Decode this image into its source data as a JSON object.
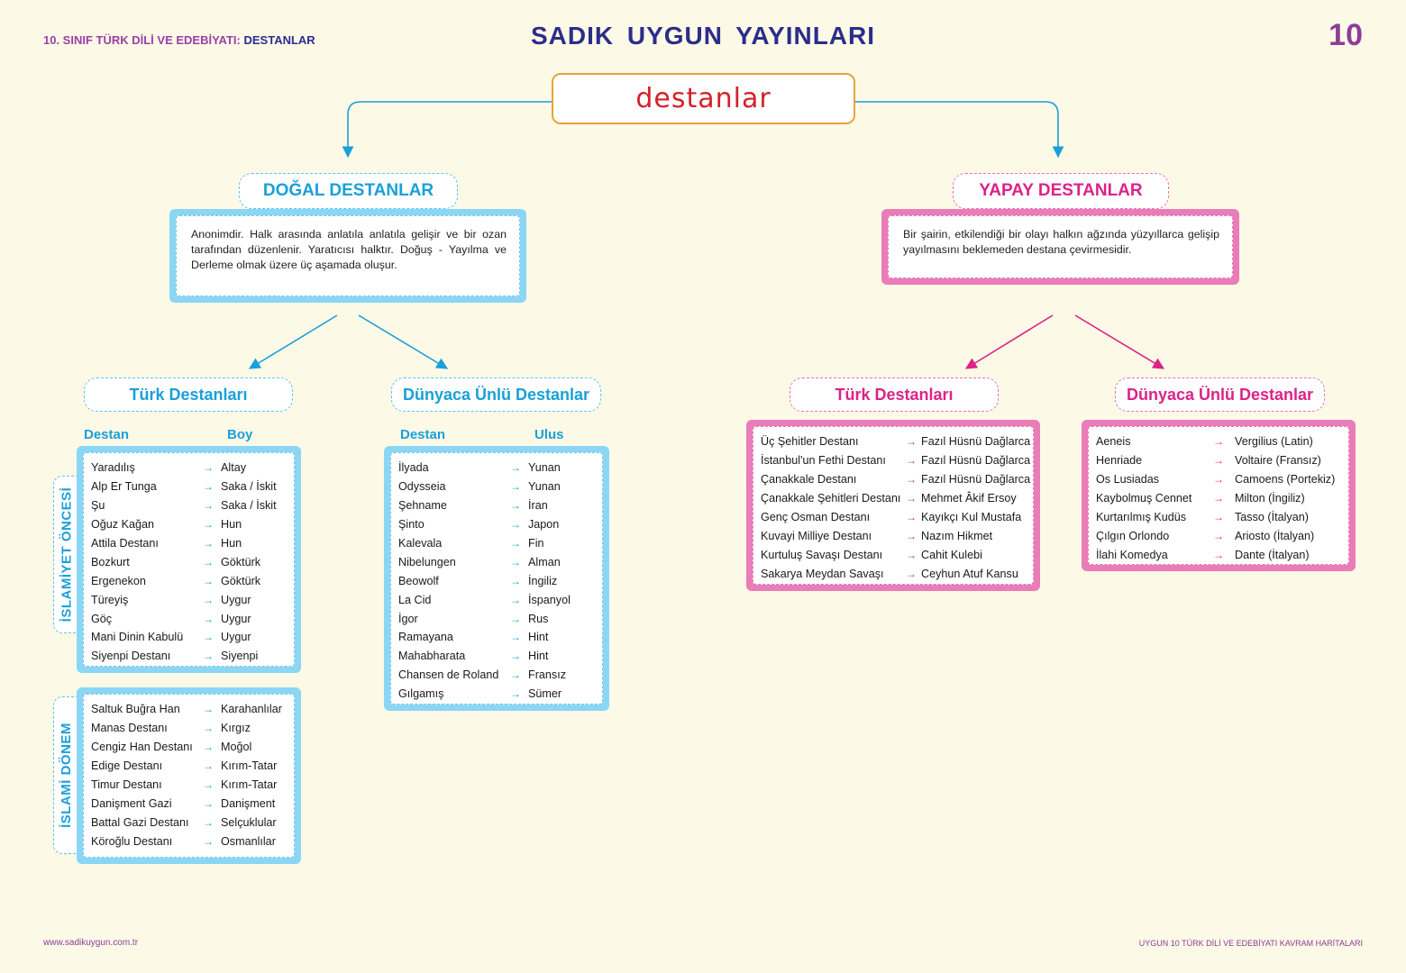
{
  "header": {
    "left_prefix": "10. SINIF TÜRK DİLİ VE EDEBİYATI:",
    "left_topic": "DESTANLAR",
    "title": "SADIK UYGUN YAYINLARI",
    "page_number": "10"
  },
  "root": {
    "label": "destanlar"
  },
  "natural": {
    "title": "DOĞAL DESTANLAR",
    "description": "Anonimdir. Halk arasında anlatıla anlatıla gelişir ve bir ozan tarafından düzenlenir. Yaratıcısı halktır. Doğuş - Yayılma ve Derleme olmak üzere üç aşamada oluşur.",
    "turkish": {
      "title": "Türk Destanları",
      "col_destan": "Destan",
      "col_boy": "Boy",
      "pre_islam_label": "İSLAMİYET ÖNCESİ",
      "pre_islam": [
        {
          "name": "Yaradılış",
          "origin": "Altay"
        },
        {
          "name": "Alp Er Tunga",
          "origin": "Saka / İskit"
        },
        {
          "name": "Şu",
          "origin": "Saka / İskit"
        },
        {
          "name": "Oğuz Kağan",
          "origin": "Hun"
        },
        {
          "name": "Attila Destanı",
          "origin": "Hun"
        },
        {
          "name": "Bozkurt",
          "origin": "Göktürk"
        },
        {
          "name": "Ergenekon",
          "origin": "Göktürk"
        },
        {
          "name": "Türeyiş",
          "origin": "Uygur"
        },
        {
          "name": "Göç",
          "origin": "Uygur"
        },
        {
          "name": "Mani Dinin Kabulü",
          "origin": "Uygur"
        },
        {
          "name": "Siyenpi Destanı",
          "origin": "Siyenpi"
        }
      ],
      "islam_label": "İSLAMİ DÖNEM",
      "islam": [
        {
          "name": "Saltuk Buğra Han",
          "origin": "Karahanlılar"
        },
        {
          "name": "Manas Destanı",
          "origin": "Kırgız"
        },
        {
          "name": "Cengiz Han Destanı",
          "origin": "Moğol"
        },
        {
          "name": "Edige Destanı",
          "origin": "Kırım-Tatar"
        },
        {
          "name": "Timur Destanı",
          "origin": "Kırım-Tatar"
        },
        {
          "name": "Danişment Gazi",
          "origin": "Danişment"
        },
        {
          "name": "Battal Gazi Destanı",
          "origin": "Selçuklular"
        },
        {
          "name": "Köroğlu Destanı",
          "origin": "Osmanlılar"
        }
      ]
    },
    "world": {
      "title": "Dünyaca Ünlü Destanlar",
      "col_destan": "Destan",
      "col_ulus": "Ulus",
      "items": [
        {
          "name": "İlyada",
          "origin": "Yunan"
        },
        {
          "name": "Odysseia",
          "origin": "Yunan"
        },
        {
          "name": "Şehname",
          "origin": "İran"
        },
        {
          "name": "Şinto",
          "origin": "Japon"
        },
        {
          "name": "Kalevala",
          "origin": "Fin"
        },
        {
          "name": "Nibelungen",
          "origin": "Alman"
        },
        {
          "name": "Beowolf",
          "origin": "İngiliz"
        },
        {
          "name": "La Cid",
          "origin": "İspanyol"
        },
        {
          "name": "İgor",
          "origin": "Rus"
        },
        {
          "name": "Ramayana",
          "origin": "Hint"
        },
        {
          "name": "Mahabharata",
          "origin": "Hint"
        },
        {
          "name": "Chansen de Roland",
          "origin": "Fransız"
        },
        {
          "name": "Gılgamış",
          "origin": "Sümer"
        }
      ]
    }
  },
  "artificial": {
    "title": "YAPAY DESTANLAR",
    "description": "Bir şairin, etkilendiği bir olayı halkın ağzında yüzyıllarca gelişip yayılmasını beklemeden destana çevirmesidir.",
    "turkish": {
      "title": "Türk Destanları",
      "items": [
        {
          "name": "Üç Şehitler Destanı",
          "author": "Fazıl Hüsnü Dağlarca"
        },
        {
          "name": "İstanbul'un Fethi Destanı",
          "author": "Fazıl Hüsnü Dağlarca"
        },
        {
          "name": "Çanakkale Destanı",
          "author": "Fazıl Hüsnü Dağlarca"
        },
        {
          "name": "Çanakkale Şehitleri Destanı",
          "author": "Mehmet Âkif Ersoy"
        },
        {
          "name": "Genç Osman Destanı",
          "author": "Kayıkçı Kul Mustafa"
        },
        {
          "name": "Kuvayi Milliye Destanı",
          "author": "Nazım Hikmet"
        },
        {
          "name": "Kurtuluş Savaşı Destanı",
          "author": "Cahit Kulebi"
        },
        {
          "name": "Sakarya Meydan Savaşı",
          "author": "Ceyhun Atuf Kansu"
        }
      ]
    },
    "world": {
      "title": "Dünyaca Ünlü Destanlar",
      "items": [
        {
          "name": "Aeneis",
          "author": "Vergilius (Latin)"
        },
        {
          "name": "Henriade",
          "author": "Voltaire (Fransız)"
        },
        {
          "name": "Os Lusiadas",
          "author": "Camoens (Portekiz)"
        },
        {
          "name": "Kaybolmuş Cennet",
          "author": "Milton (İngiliz)"
        },
        {
          "name": "Kurtarılmış Kudüs",
          "author": "Tasso (İtalyan)"
        },
        {
          "name": "Çılgın Orlondo",
          "author": "Ariosto (İtalyan)"
        },
        {
          "name": "İlahi Komedya",
          "author": "Dante (İtalyan)"
        }
      ]
    }
  },
  "arrow_glyph": "→",
  "footer": {
    "website": "www.sadikuygun.com.tr",
    "series": "UYGUN 10 TÜRK DİLİ VE EDEBİYATI KAVRAM HARİTALARI"
  },
  "colors": {
    "natural": "#1aa0d8",
    "artificial": "#db2388",
    "root_text": "#d2232a",
    "root_border": "#e8a23a",
    "background": "#fdf9e7"
  }
}
